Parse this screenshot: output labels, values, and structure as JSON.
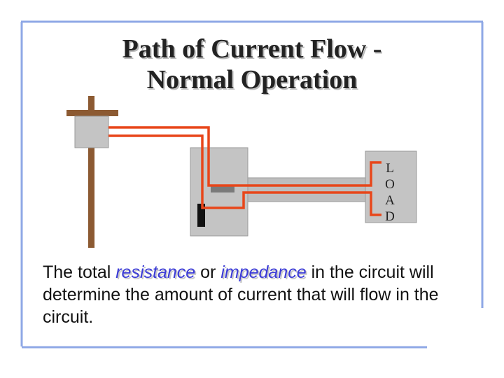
{
  "slide": {
    "title_line1": "Path of Current Flow -",
    "title_line2": "Normal Operation"
  },
  "diagram": {
    "load_letters": [
      "L",
      "O",
      "A",
      "D"
    ],
    "colors": {
      "wire": "#e8461a",
      "box_fill": "#c4c4c4",
      "pole": "#8c5a32",
      "conduit": "#bdbdbd",
      "breaker_handle": "#111111",
      "frame": "#8fa8e6"
    }
  },
  "text": {
    "part1": "The total ",
    "term1": "resistance",
    "part2": " or ",
    "term2": "impedance",
    "part3": " in the circuit will determine the amount of current that will flow in the circuit."
  }
}
